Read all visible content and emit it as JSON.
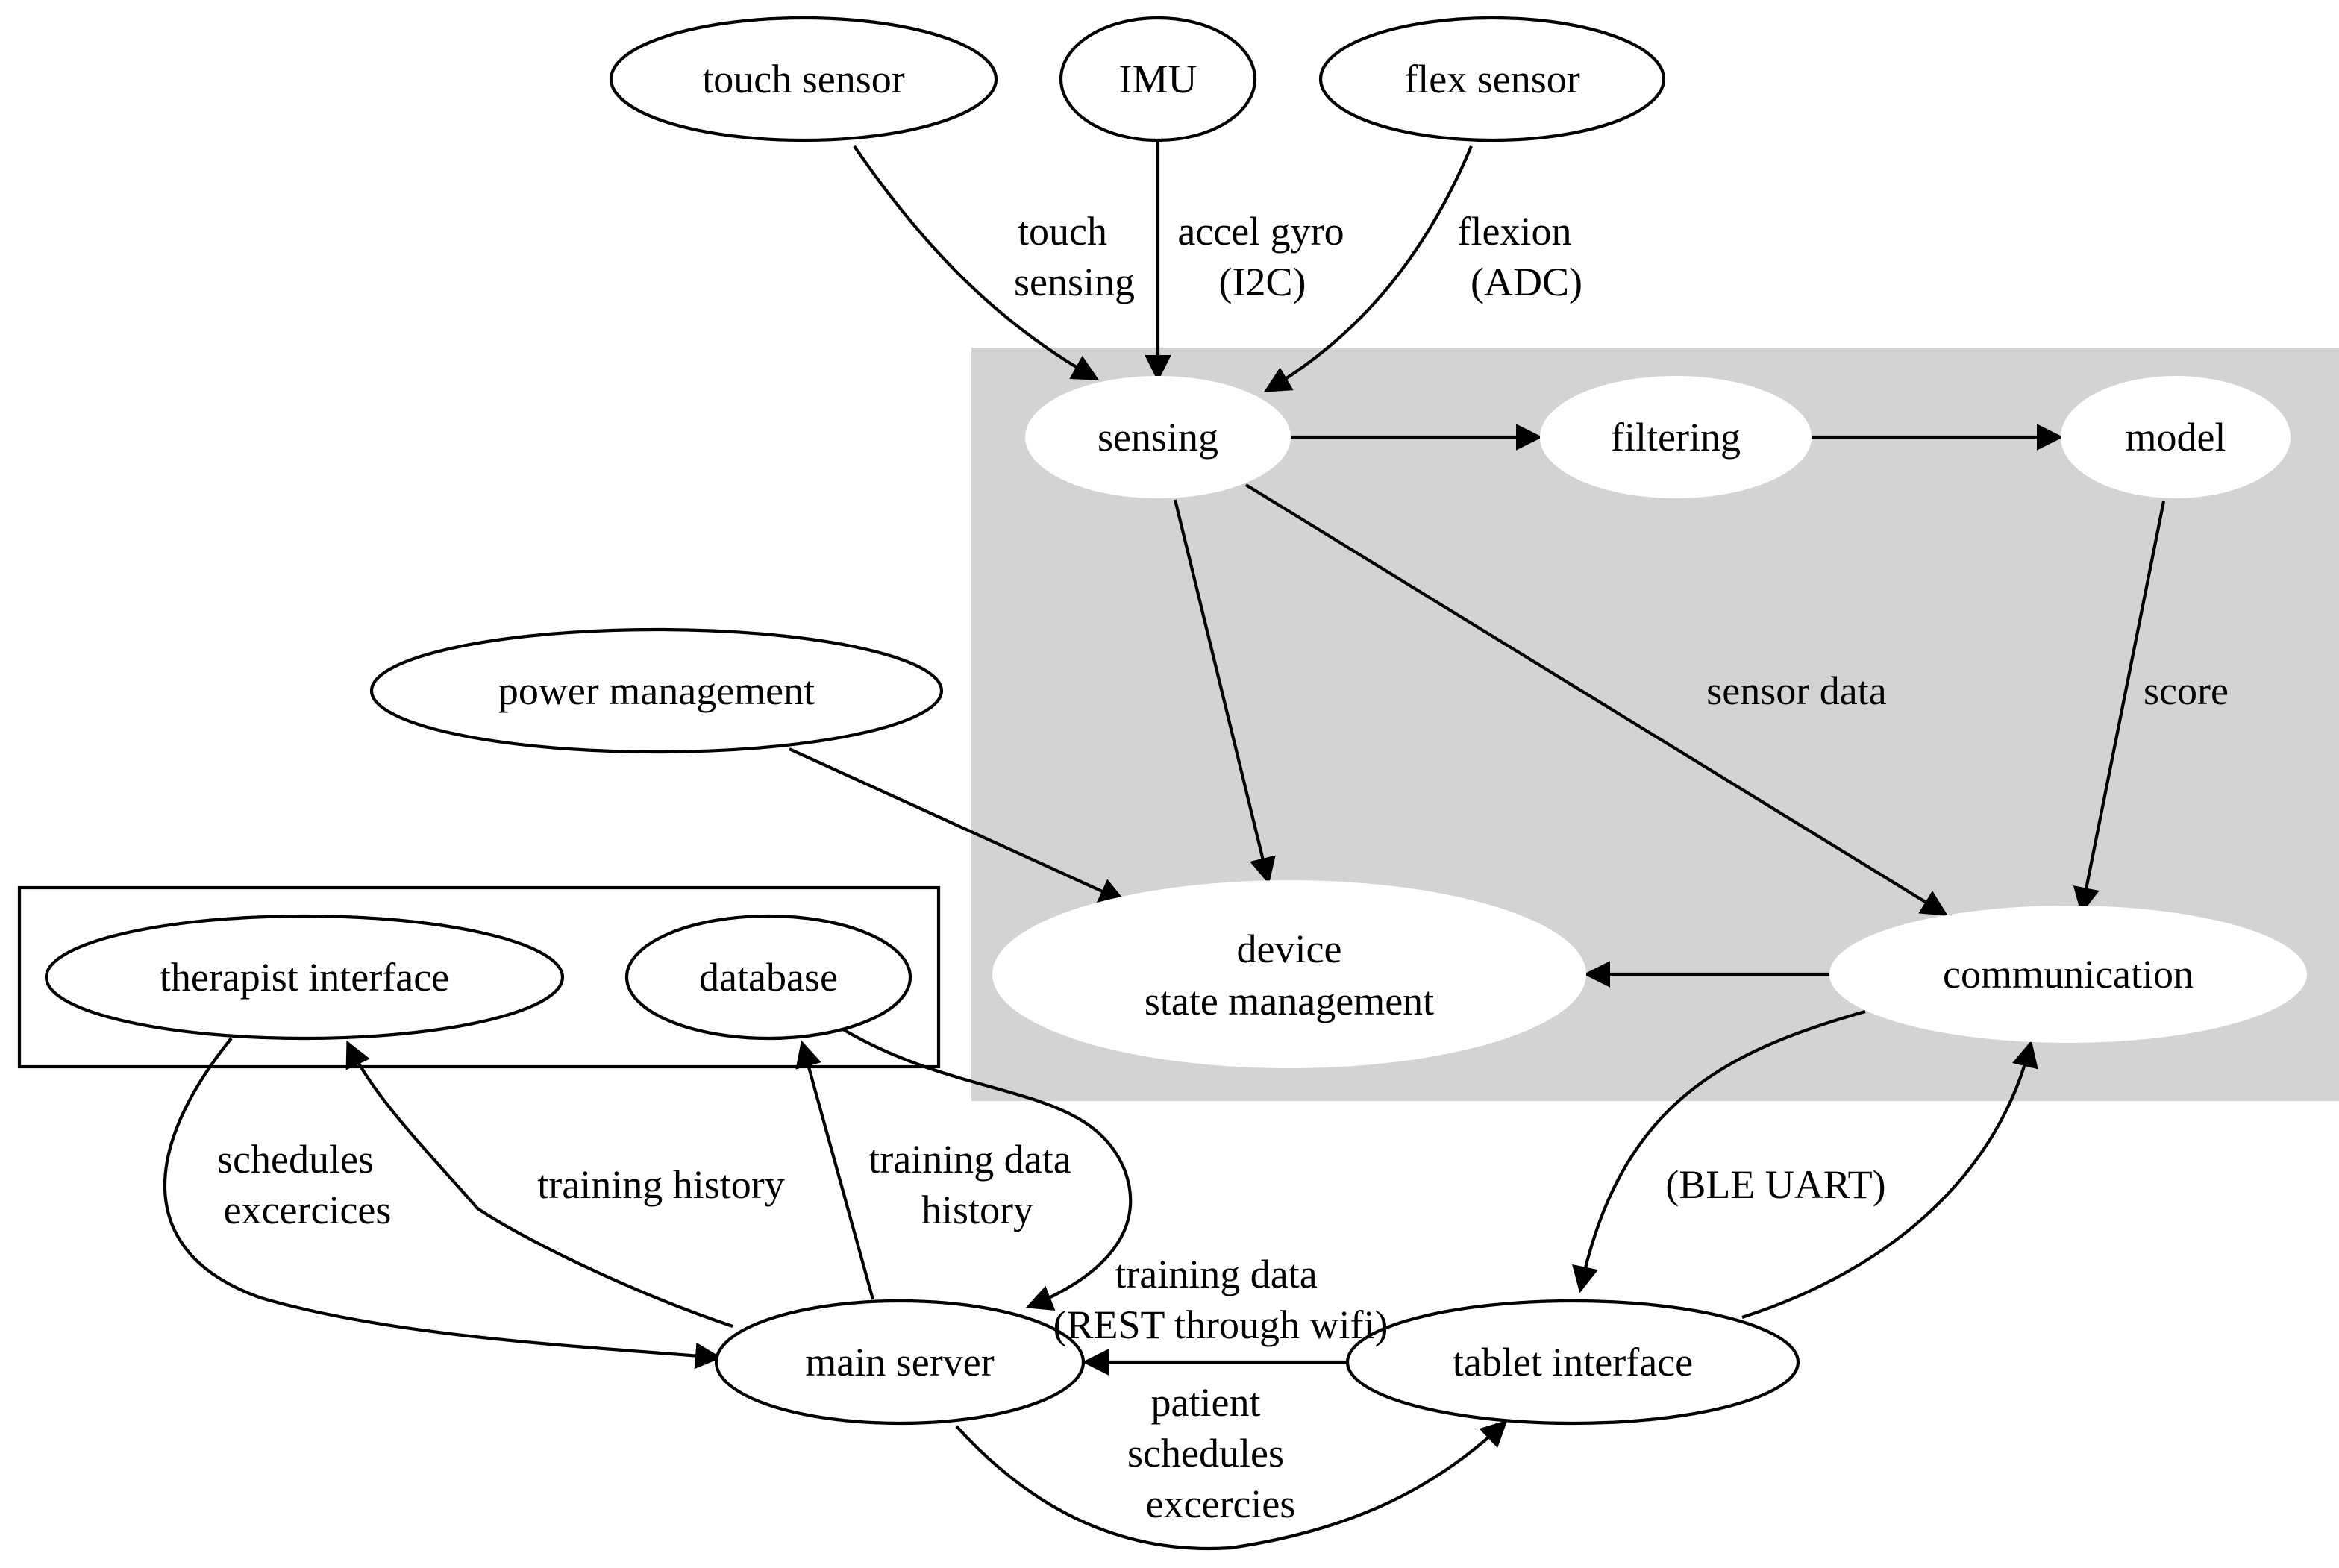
{
  "colors": {
    "cluster_device_fill": "#d3d3d3",
    "cluster_backend_stroke": "#000000",
    "node_fill": "#ffffff",
    "edge_stroke": "#000000",
    "text": "#000000"
  },
  "nodes": {
    "touch_sensor": "touch sensor",
    "imu": "IMU",
    "flex_sensor": "flex sensor",
    "sensing": "sensing",
    "filtering": "filtering",
    "model": "model",
    "power_management": "power management",
    "device_state_management": [
      "device",
      "state management"
    ],
    "communication": "communication",
    "therapist_interface": "therapist interface",
    "database": "database",
    "main_server": "main server",
    "tablet_interface": "tablet interface"
  },
  "edges": {
    "touch_to_sensing": [
      "touch",
      "sensing"
    ],
    "imu_to_sensing": [
      "accel gyro",
      "(I2C)"
    ],
    "flex_to_sensing": [
      "flexion",
      "(ADC)"
    ],
    "sensing_to_communication": "sensor data",
    "model_to_communication": "score",
    "communication_tablet": "(BLE UART)",
    "therapist_to_server": [
      "schedules",
      "excercices"
    ],
    "server_to_therapist": "training history",
    "database_server_history": [
      "training data",
      "history"
    ],
    "tablet_to_server": [
      "training data",
      "(REST through wifi)"
    ],
    "server_to_tablet": [
      "patient",
      "schedules",
      "excercies"
    ]
  }
}
